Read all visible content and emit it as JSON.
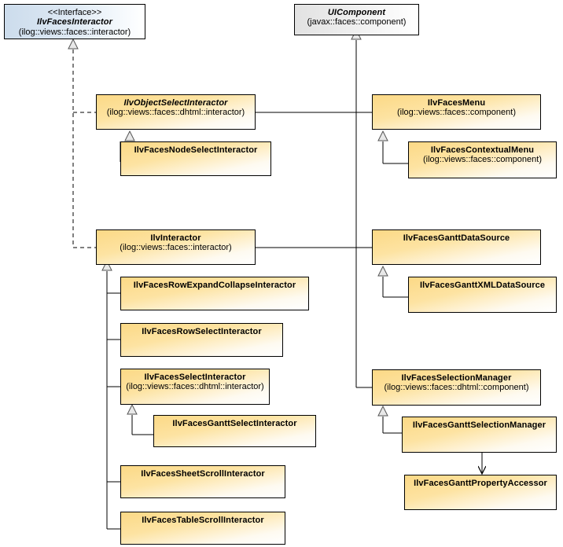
{
  "diagram": {
    "title": "UML class diagram",
    "background": "#ffffff",
    "line_color": "#000000",
    "class_fill": "#fcd986",
    "interface_fill": "#ccdcec",
    "external_fill": "#e2e2e2"
  },
  "nodes": {
    "ilvFacesInteractor": {
      "stereotype": "<<Interface>>",
      "name": "IlvFacesInteractor",
      "package": "(ilog::views::faces::interactor)"
    },
    "uiComponent": {
      "name": "UIComponent",
      "package": "(javax::faces::component)"
    },
    "ilvObjectSelectInteractor": {
      "name": "IlvObjectSelectInteractor",
      "package": "(ilog::views::faces::dhtml::interactor)"
    },
    "ilvFacesNodeSelectInteractor": {
      "name": "IlvFacesNodeSelectInteractor",
      "package": ""
    },
    "ilvFacesMenu": {
      "name": "IlvFacesMenu",
      "package": "(ilog::views::faces::component)"
    },
    "ilvFacesContextualMenu": {
      "name": "IlvFacesContextualMenu",
      "package": "(ilog::views::faces::component)"
    },
    "ilvInteractor": {
      "name": "IlvInteractor",
      "package": "(ilog::views::faces::interactor)"
    },
    "ilvFacesGanttDataSource": {
      "name": "IlvFacesGanttDataSource",
      "package": ""
    },
    "ilvFacesGanttXMLDataSource": {
      "name": "IlvFacesGanttXMLDataSource",
      "package": ""
    },
    "ilvFacesRowExpandCollapseInteractor": {
      "name": "IlvFacesRowExpandCollapseInteractor",
      "package": ""
    },
    "ilvFacesRowSelectInteractor": {
      "name": "IlvFacesRowSelectInteractor",
      "package": ""
    },
    "ilvFacesSelectInteractor": {
      "name": "IlvFacesSelectInteractor",
      "package": "(ilog::views::faces::dhtml::interactor)"
    },
    "ilvFacesGanttSelectInteractor": {
      "name": "IlvFacesGanttSelectInteractor",
      "package": ""
    },
    "ilvFacesSheetScrollInteractor": {
      "name": "IlvFacesSheetScrollInteractor",
      "package": ""
    },
    "ilvFacesTableScrollInteractor": {
      "name": "IlvFacesTableScrollInteractor",
      "package": ""
    },
    "ilvFacesSelectionManager": {
      "name": "IlvFacesSelectionManager",
      "package": "(ilog::views::faces::dhtml::component)"
    },
    "ilvFacesGanttSelectionManager": {
      "name": "IlvFacesGanttSelectionManager",
      "package": ""
    },
    "ilvFacesGanttPropertyAccessor": {
      "name": "IlvFacesGanttPropertyAccessor",
      "package": ""
    }
  },
  "relationships": [
    {
      "from": "ilvObjectSelectInteractor",
      "to": "ilvFacesInteractor",
      "type": "realization"
    },
    {
      "from": "ilvInteractor",
      "to": "ilvFacesInteractor",
      "type": "realization"
    },
    {
      "from": "ilvFacesNodeSelectInteractor",
      "to": "ilvObjectSelectInteractor",
      "type": "generalization"
    },
    {
      "from": "ilvFacesMenu",
      "to": "uiComponent",
      "type": "generalization"
    },
    {
      "from": "ilvFacesContextualMenu",
      "to": "ilvFacesMenu",
      "type": "generalization"
    },
    {
      "from": "ilvFacesGanttDataSource",
      "to": "uiComponent",
      "type": "generalization"
    },
    {
      "from": "ilvFacesGanttXMLDataSource",
      "to": "ilvFacesGanttDataSource",
      "type": "generalization"
    },
    {
      "from": "ilvFacesSelectionManager",
      "to": "uiComponent",
      "type": "generalization"
    },
    {
      "from": "ilvFacesGanttSelectionManager",
      "to": "ilvFacesSelectionManager",
      "type": "generalization"
    },
    {
      "from": "ilvFacesRowExpandCollapseInteractor",
      "to": "ilvInteractor",
      "type": "generalization"
    },
    {
      "from": "ilvFacesRowSelectInteractor",
      "to": "ilvInteractor",
      "type": "generalization"
    },
    {
      "from": "ilvFacesSelectInteractor",
      "to": "ilvInteractor",
      "type": "generalization"
    },
    {
      "from": "ilvFacesSheetScrollInteractor",
      "to": "ilvInteractor",
      "type": "generalization"
    },
    {
      "from": "ilvFacesTableScrollInteractor",
      "to": "ilvInteractor",
      "type": "generalization"
    },
    {
      "from": "ilvFacesGanttSelectInteractor",
      "to": "ilvFacesSelectInteractor",
      "type": "generalization"
    },
    {
      "from": "ilvFacesGanttSelectionManager",
      "to": "ilvFacesGanttPropertyAccessor",
      "type": "dependency-arrow"
    }
  ]
}
